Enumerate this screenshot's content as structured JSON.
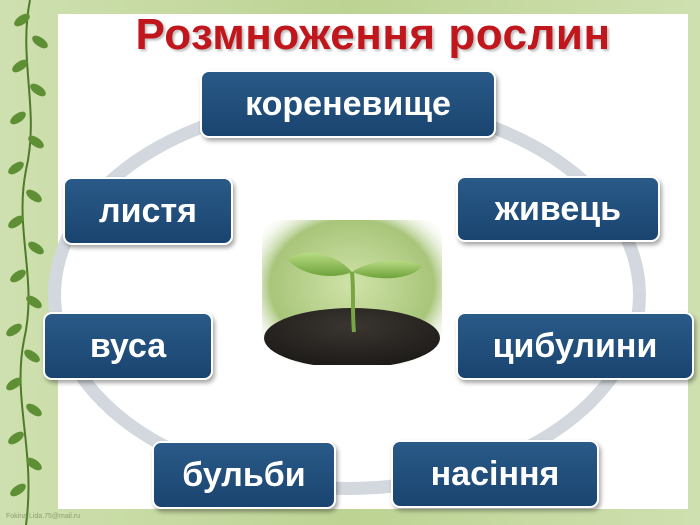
{
  "title": "Розмноження рослин",
  "methods": {
    "rhizome": "кореневище",
    "cutting": "живець",
    "bulbs": "цибулини",
    "seeds": "насіння",
    "tubers": "бульби",
    "runners": "вуса",
    "leaves": "листя"
  },
  "center_image": {
    "icon": "seedling-sprout-photo"
  },
  "credit": "Fokina.Lida.75@mail.ru",
  "colors": {
    "title": "#c0161c",
    "pill_fill": "#1f4b78",
    "pill_text": "#ffffff",
    "ring": "#d3d8de",
    "background": "#c3d89c"
  }
}
